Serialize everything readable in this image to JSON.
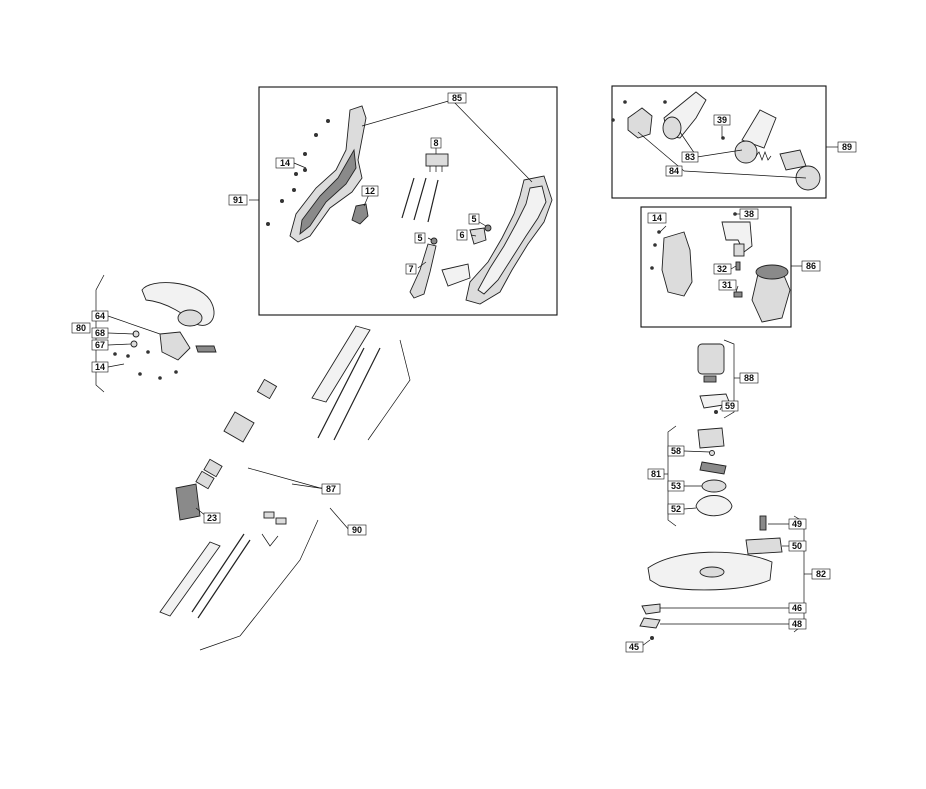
{
  "diagram": {
    "callouts": {
      "c85": "85",
      "c91": "91",
      "c14a": "14",
      "c12": "12",
      "c8": "8",
      "c5a": "5",
      "c6": "6",
      "c5b": "5",
      "c7": "7",
      "c89": "89",
      "c39": "39",
      "c83": "83",
      "c84": "84",
      "c86": "86",
      "c14b": "14",
      "c38": "38",
      "c32": "32",
      "c31": "31",
      "c80": "80",
      "c64": "64",
      "c68": "68",
      "c67": "67",
      "c14c": "14",
      "c87": "87",
      "c90": "90",
      "c23": "23",
      "c88": "88",
      "c59": "59",
      "c58": "58",
      "c81": "81",
      "c53": "53",
      "c52": "52",
      "c49": "49",
      "c50": "50",
      "c82": "82",
      "c46": "46",
      "c48": "48",
      "c45": "45"
    }
  }
}
